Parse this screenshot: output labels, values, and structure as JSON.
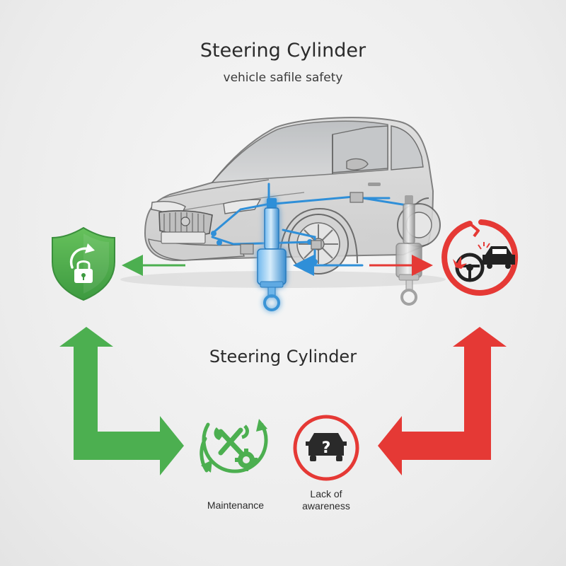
{
  "header": {
    "title": "Steering Cylinder",
    "subtitle": "vehicle safile safety"
  },
  "center": {
    "label": "Steering Cylinder"
  },
  "nodes": {
    "maintenance": {
      "label": "Maintenance",
      "icon": "wrench-gear-cycle-icon"
    },
    "lack_of_awareness": {
      "label_line1": "Lack of",
      "label_line2": "awareness",
      "icon": "car-question-icon"
    },
    "safety": {
      "icon": "shield-lock-icon"
    },
    "failure": {
      "icon": "steering-crash-icon"
    }
  },
  "colors": {
    "green": "#4caf50",
    "red": "#e53935",
    "blue": "#2f8fd8",
    "car_outline": "#6d6d6d"
  }
}
